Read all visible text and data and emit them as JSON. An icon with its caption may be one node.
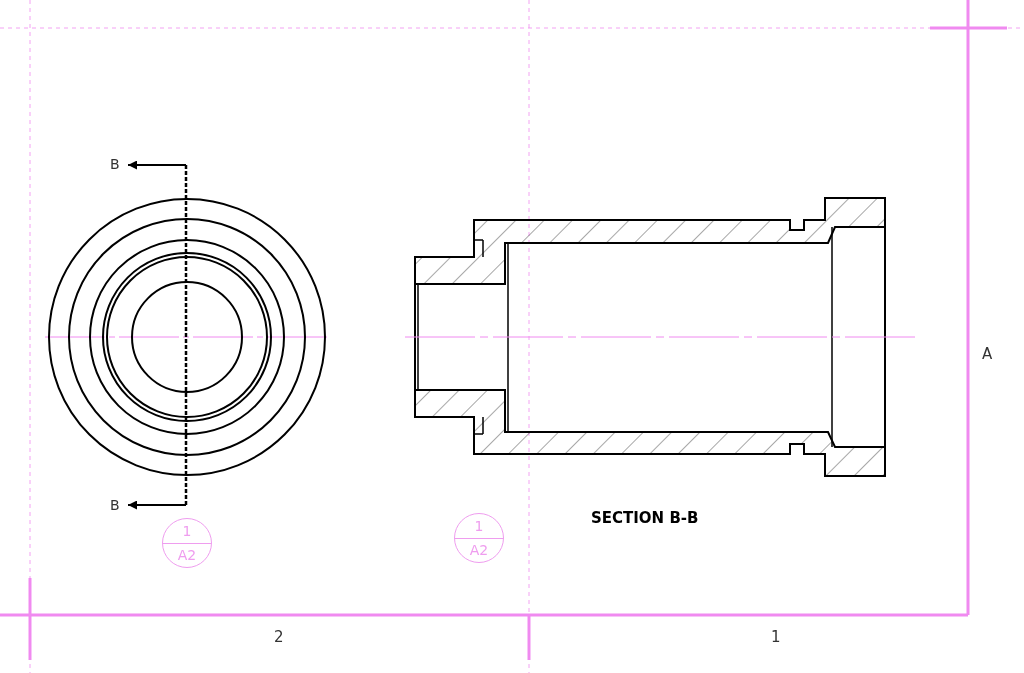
{
  "diagram": {
    "nodes": [
      {
        "text": [
          "1",
          "A2"
        ]
      },
      {
        "text": [
          "1",
          "A2"
        ]
      }
    ],
    "labels": [
      "B",
      "B",
      "SECTION B-B",
      "A",
      "2",
      "1"
    ]
  }
}
